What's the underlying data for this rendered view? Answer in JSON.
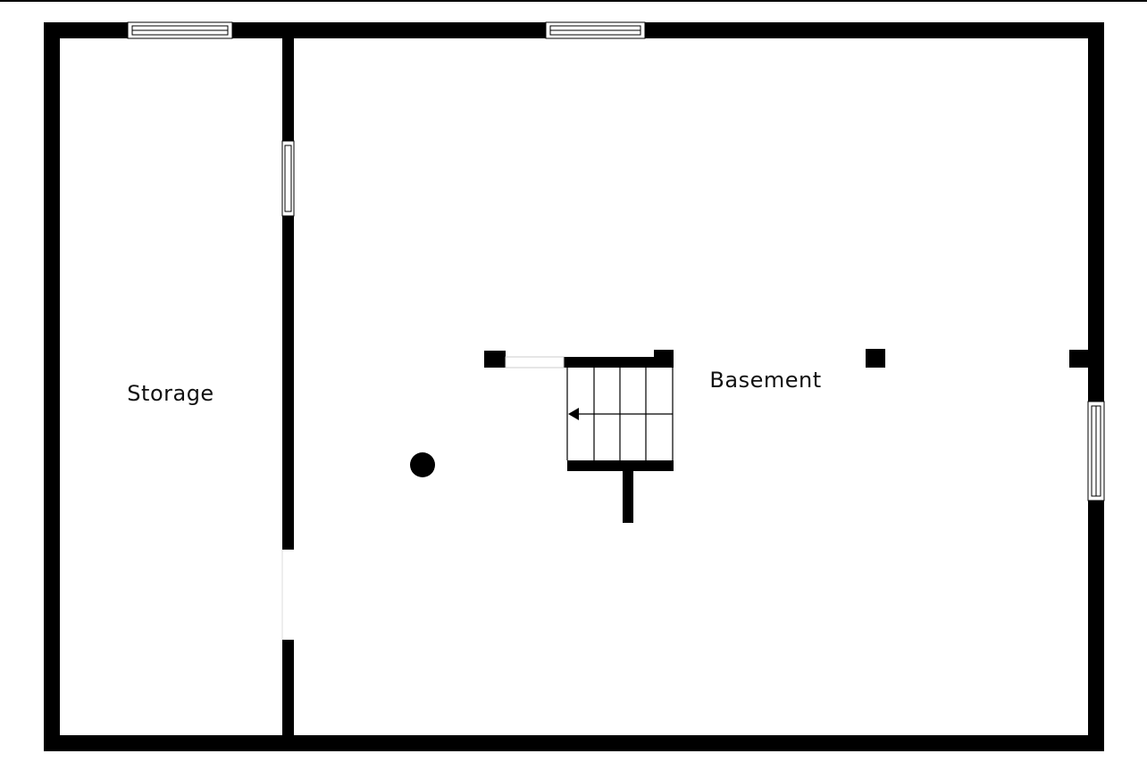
{
  "colors": {
    "wall": "#000000",
    "floor": "#ffffff",
    "window_glass": "#ffffff",
    "window_frame": "#000000",
    "label": "#111111"
  },
  "rooms": [
    {
      "label": "Storage"
    },
    {
      "label": "Basement"
    }
  ],
  "fixtures": {
    "stairs": {
      "treads": 4,
      "direction": "left"
    },
    "column": {
      "shape": "circle"
    },
    "posts": {
      "count": 4,
      "shape": "square"
    }
  },
  "windows": {
    "count": 4
  },
  "doorways": {
    "count": 1
  }
}
